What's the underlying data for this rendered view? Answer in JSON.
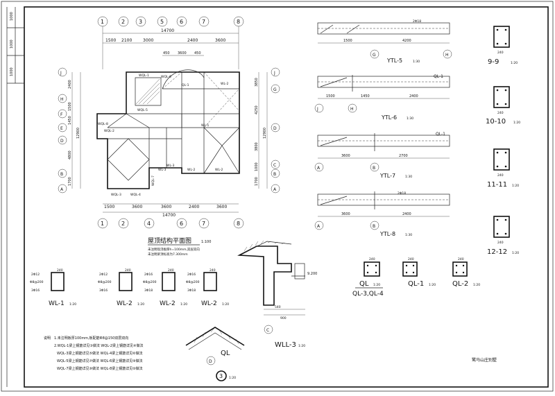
{
  "title_block": {
    "cells": [
      "1000",
      "1000",
      "1000"
    ],
    "project": "鹭马山庄别墅"
  },
  "plan": {
    "title": "屋顶结构平面图",
    "scale": "1:100",
    "notes": [
      "未注明现浇板厚h=100mm,双层双向",
      "未注明梁顶标高为7.300mm"
    ],
    "axes_top": [
      "1",
      "2",
      "3",
      "5",
      "6",
      "7",
      "8"
    ],
    "axes_bottom": [
      "1",
      "2",
      "4",
      "6",
      "7",
      "8"
    ],
    "axes_left": [
      "J",
      "H",
      "F",
      "E",
      "D",
      "B",
      "A"
    ],
    "axes_right": [
      "J",
      "G",
      "D",
      "C",
      "B",
      "A"
    ],
    "top_total": "14700",
    "top_dims": [
      "1500",
      "2100",
      "3000",
      "2400",
      "3600"
    ],
    "top_sub_dims": [
      "450",
      "3600",
      "450"
    ],
    "bottom_dims": [
      "1500",
      "3600",
      "3600",
      "2400",
      "3600"
    ],
    "bottom_total": "14700",
    "left_dims": [
      "2400",
      "1500",
      "1450",
      "4800",
      "1700"
    ],
    "left_total": "12900",
    "right_dims": [
      "3850",
      "4250",
      "3800",
      "1000",
      "1700"
    ],
    "right_total": "12900",
    "beam_labels": [
      "WQL-1",
      "WQL-6",
      "QL-1",
      "WQL-5",
      "WQL-8",
      "WL-2",
      "WL-1",
      "WL-3",
      "WL-2",
      "WQL-2",
      "WQL-4",
      "WQL-3",
      "WL-3",
      "WL-2",
      "WQL-7"
    ]
  },
  "ytl": [
    {
      "title": "YTL-5",
      "scale": "1:30",
      "axes": [
        "G",
        "H"
      ],
      "dims": [
        "1500",
        "4200"
      ],
      "label": "2Φ18"
    },
    {
      "title": "YTL-6",
      "scale": "1:30",
      "axes": [
        "J",
        "H"
      ],
      "dims": [
        "1500",
        "1450",
        "2400"
      ],
      "label": "QL-1"
    },
    {
      "title": "YTL-7",
      "scale": "1:30",
      "axes": [
        "A",
        "B"
      ],
      "dims": [
        "3600",
        "2700"
      ],
      "label": "QL-1"
    },
    {
      "title": "YTL-8",
      "scale": "1:30",
      "axes": [
        "A",
        "B"
      ],
      "dims": [
        "3600",
        "2400"
      ],
      "label": "2Φ18"
    }
  ],
  "sections_right": [
    {
      "title": "9-9",
      "scale": "1:20",
      "width": "240"
    },
    {
      "title": "10-10",
      "scale": "1:20",
      "width": "240"
    },
    {
      "title": "11-11",
      "scale": "1:20",
      "width": "240"
    },
    {
      "title": "12-12",
      "scale": "1:20",
      "width": "240"
    }
  ],
  "wl_sections": [
    {
      "title": "WL-1",
      "scale": "1:20",
      "width": "240",
      "top": "2Φ12",
      "bot": "3Φ16",
      "stir": "Φ8@200"
    },
    {
      "title": "WL-2",
      "scale": "1:20",
      "width": "240",
      "top": "2Φ12",
      "bot": "3Φ16",
      "stir": "Φ8@200"
    },
    {
      "title": "WL-2",
      "scale": "1:20",
      "width": "240",
      "top": "2Φ16",
      "bot": "3Φ18",
      "stir": "Φ8@200"
    },
    {
      "title": "WL-2",
      "scale": "1:20",
      "width": "240",
      "top": "2Φ16",
      "bot": "3Φ18",
      "stir": "Φ8@200"
    }
  ],
  "ql_sections": [
    {
      "title": "QL",
      "scale": "1:20",
      "sub": "QL-3,QL-4",
      "width": "240"
    },
    {
      "title": "QL-1",
      "scale": "1:20",
      "sub": "",
      "width": "240"
    },
    {
      "title": "QL-2",
      "scale": "1:20",
      "sub": "",
      "width": "240"
    }
  ],
  "eave_detail": {
    "title": "WLL-3",
    "scale": "1:20",
    "axis": "C",
    "dims": [
      "540",
      "900"
    ],
    "elev": "9.200"
  },
  "ridge_detail": {
    "title": "QL",
    "axis": "D",
    "callout": "3",
    "scale": "1:20"
  },
  "notes": {
    "heading": "说明",
    "lines": [
      "1.未注明板厚100mm,板配筋Φ8@150双层双向",
      "2.WQL-1梁上钢筋详见③做法  WQL-2梁上钢筋详见④做法",
      "WQL-3梁上钢筋详见⑤做法  WQL-4梁上钢筋详见⑥做法",
      "WQL-5梁上钢筋详见⑦做法  WQL-6梁上钢筋详见⑧做法",
      "WQL-7梁上钢筋详见⑨做法  WQL-8梁上钢筋详见⑩做法"
    ]
  }
}
